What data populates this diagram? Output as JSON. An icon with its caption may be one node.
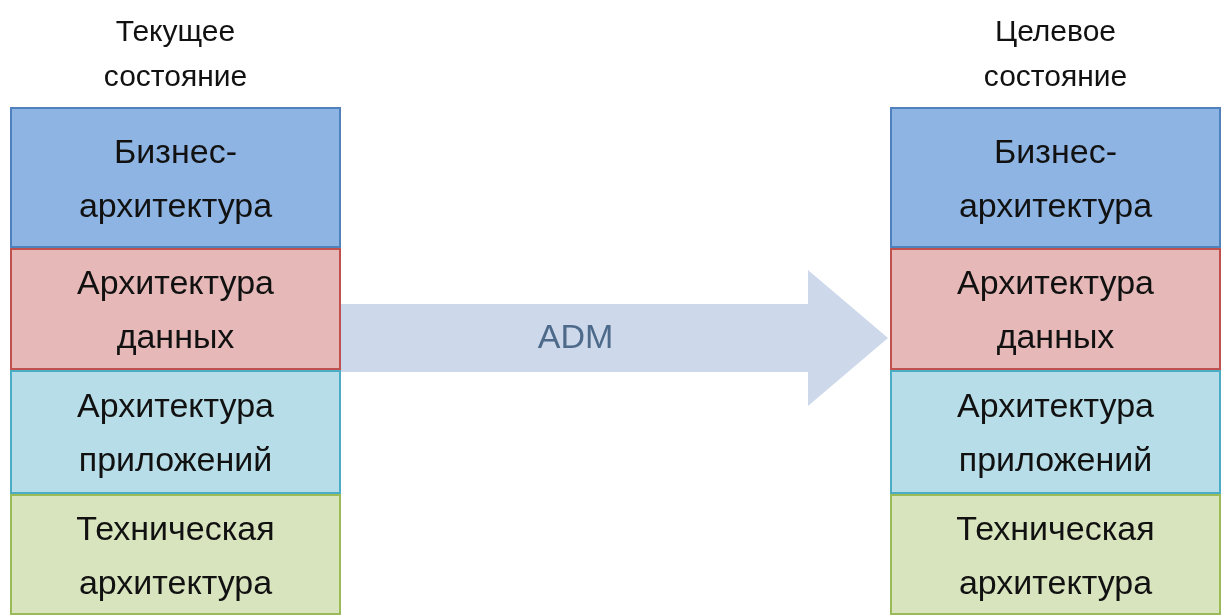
{
  "diagram": {
    "nodes": [
      {
        "text": [
          "Текущее состояние"
        ]
      },
      {
        "text": [
          "Бизнес-архитектура"
        ],
        "in": 0
      },
      {
        "text": [
          "Архитектура данных"
        ],
        "in": 0
      },
      {
        "text": [
          "Архитектура приложений"
        ],
        "in": 0
      },
      {
        "text": [
          "Техническая архитектура"
        ],
        "in": 0
      },
      {
        "text": [
          "Целевое состояние"
        ]
      },
      {
        "text": [
          "Бизнес-архитектура"
        ],
        "in": 5
      },
      {
        "text": [
          "Архитектура данных"
        ],
        "in": 5
      },
      {
        "text": [
          "Архитектура приложений"
        ],
        "in": 5
      },
      {
        "text": [
          "Техническая архитектура"
        ],
        "in": 5
      }
    ],
    "edges": [
      {
        "from": 0,
        "to": 5,
        "arrow": "to",
        "label": "ADM"
      }
    ]
  }
}
